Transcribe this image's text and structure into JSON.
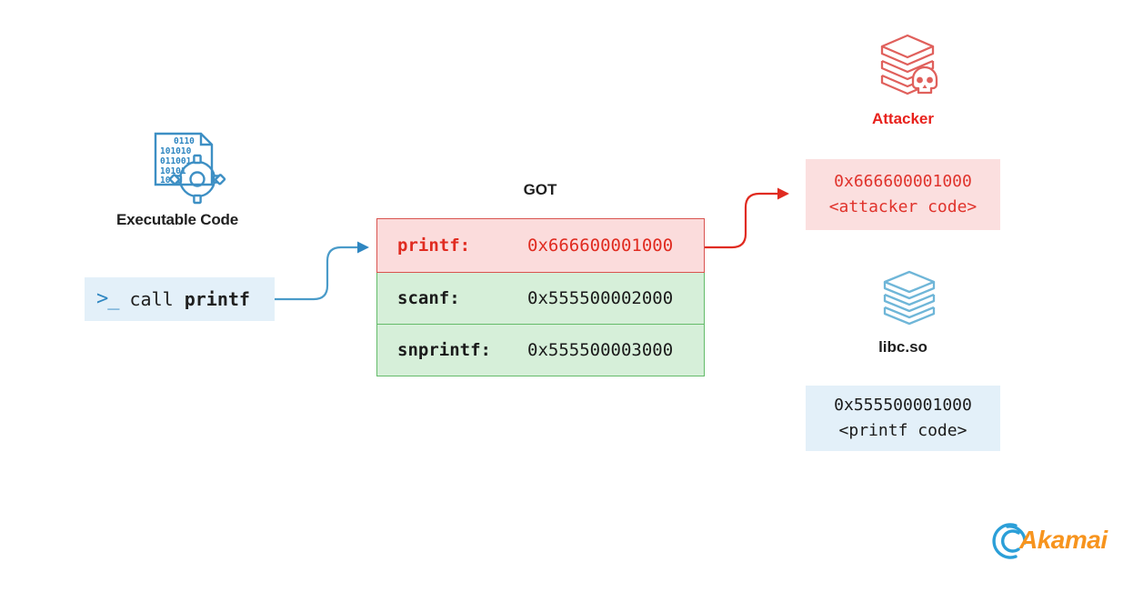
{
  "executable": {
    "icon_name": "binary-document-gear-icon",
    "label": "Executable Code",
    "binary_rows": [
      "0110",
      "101010",
      "011001",
      "10101",
      "1011"
    ],
    "call_prompt": ">_",
    "call_keyword": "call ",
    "call_symbol": "printf"
  },
  "got": {
    "title": "GOT",
    "rows": [
      {
        "symbol": "printf:",
        "address": "0x666600001000",
        "state": "overwritten"
      },
      {
        "symbol": "scanf:",
        "address": "0x555500002000",
        "state": "normal"
      },
      {
        "symbol": "snprintf:",
        "address": "0x555500003000",
        "state": "normal"
      }
    ]
  },
  "attacker": {
    "icon_name": "layers-skull-icon",
    "label": "Attacker",
    "code_address": "0x666600001000",
    "code_label": "<attacker code>"
  },
  "libc": {
    "icon_name": "layers-stack-icon",
    "label": "libc.so",
    "code_address": "0x555500001000",
    "code_label": "<printf code>"
  },
  "logo": {
    "text": "Akamai",
    "mark_name": "akamai-swoosh-icon"
  },
  "colors": {
    "red": "#e8211c",
    "red_border": "#d9534f",
    "red_fill": "#fbdcdc",
    "green_border": "#64bb6a",
    "green_fill": "#d6efd9",
    "blue": "#2e86c1",
    "blue_fill": "#e3f0f9",
    "orange": "#f7941e",
    "text": "#1f1f1f"
  }
}
